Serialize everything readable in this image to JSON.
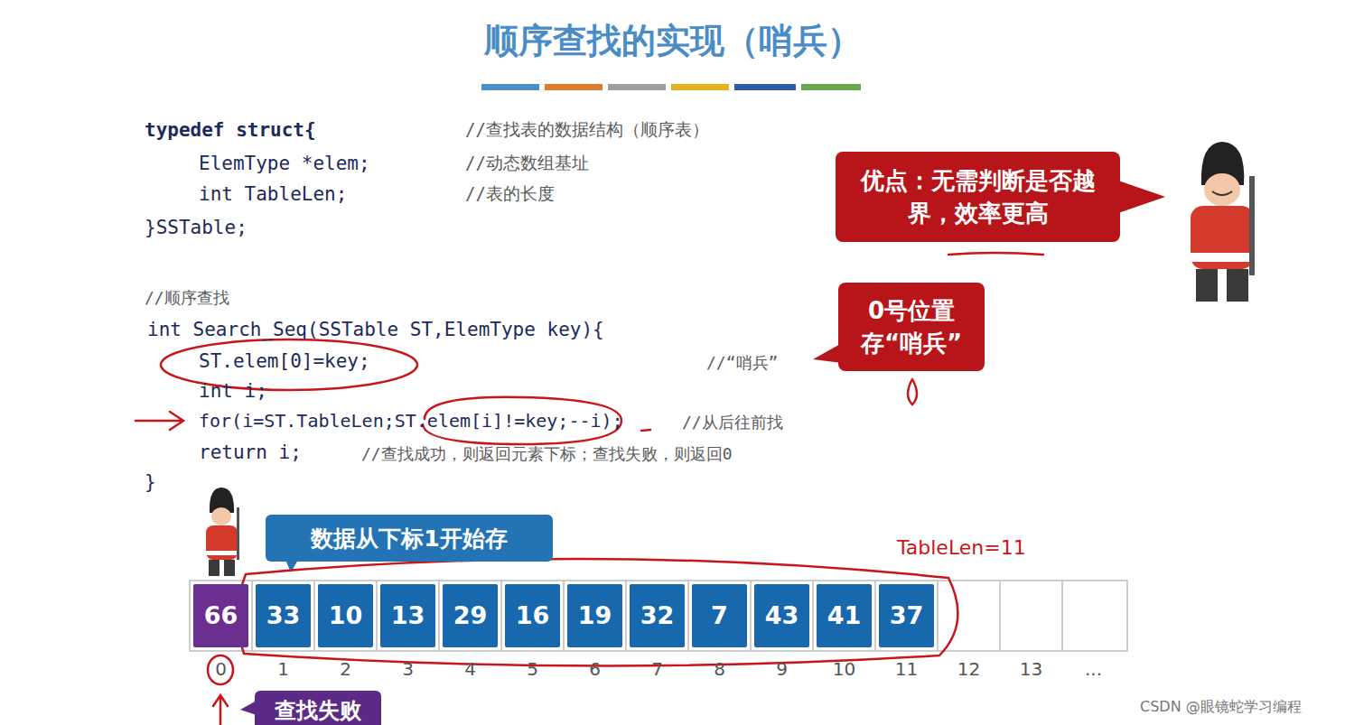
{
  "diagram": {
    "title": "顺序查找的实现（哨兵）",
    "nodes": [
      {
        "text": [
          "优点：无需判断是否越界，效率更高"
        ]
      },
      {
        "text": [
          "0号位置存“哨兵”"
        ]
      },
      {
        "text": [
          "数据从下标1开始存"
        ]
      },
      {
        "text": [
          "66"
        ]
      },
      {
        "text": [
          "33"
        ]
      },
      {
        "text": [
          "10"
        ]
      },
      {
        "text": [
          "13"
        ]
      },
      {
        "text": [
          "29"
        ]
      },
      {
        "text": [
          "16"
        ]
      },
      {
        "text": [
          "19"
        ]
      },
      {
        "text": [
          "32"
        ]
      },
      {
        "text": [
          "7"
        ]
      },
      {
        "text": [
          "43"
        ]
      },
      {
        "text": [
          "41"
        ]
      },
      {
        "text": [
          "37"
        ]
      },
      {
        "text": [
          "查找失败"
        ]
      }
    ],
    "labels": [
      "typedef struct{",
      "//查找表的数据结构（顺序表）",
      "ElemType *elem;",
      "//动态数组基址",
      "int TableLen;",
      "//表的长度",
      "}SSTable;",
      "//顺序查找",
      "int Search_Seq(SSTable ST,ElemType key){",
      "ST.elem[0]=key;",
      "//“哨兵”",
      "int i;",
      "for(i=ST.TableLen;ST.elem[i]!=key;--i);",
      "//从后往前找",
      "return i;",
      "//查找成功，则返回元素下标；查找失败，则返回0",
      "}",
      "0",
      "1",
      "2",
      "3",
      "4",
      "5",
      "6",
      "7",
      "8",
      "9",
      "10",
      "11",
      "12",
      "13",
      "...",
      "TableLen=11",
      "CSDN @眼镜蛇学习编程"
    ]
  }
}
